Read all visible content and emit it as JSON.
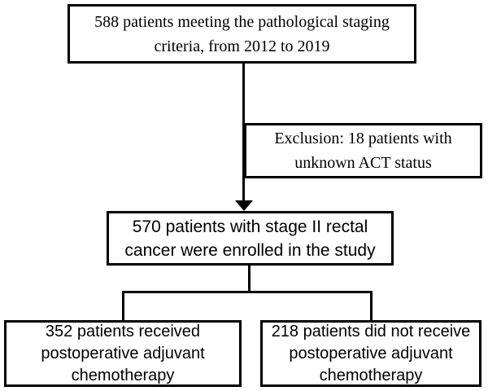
{
  "flowchart": {
    "colors": {
      "line": "#000000",
      "box_border": "#000000",
      "background": "#ffffff",
      "text": "#000000"
    },
    "criteria_box": {
      "lines": [
        "588 patients meeting the pathological staging",
        "criteria, from 2012 to 2019"
      ]
    },
    "exclusion_box": {
      "lines": [
        "Exclusion: 18 patients with",
        "unknown ACT status"
      ]
    },
    "enrolled_box": {
      "lines": [
        "570 patients with stage II rectal",
        "cancer were enrolled in the study"
      ]
    },
    "act_box": {
      "lines": [
        "352 patients received",
        "postoperative adjuvant",
        "chemotherapy"
      ]
    },
    "no_act_box": {
      "lines": [
        "218 patients did not receive",
        "postoperative adjuvant",
        "chemotherapy"
      ]
    }
  }
}
